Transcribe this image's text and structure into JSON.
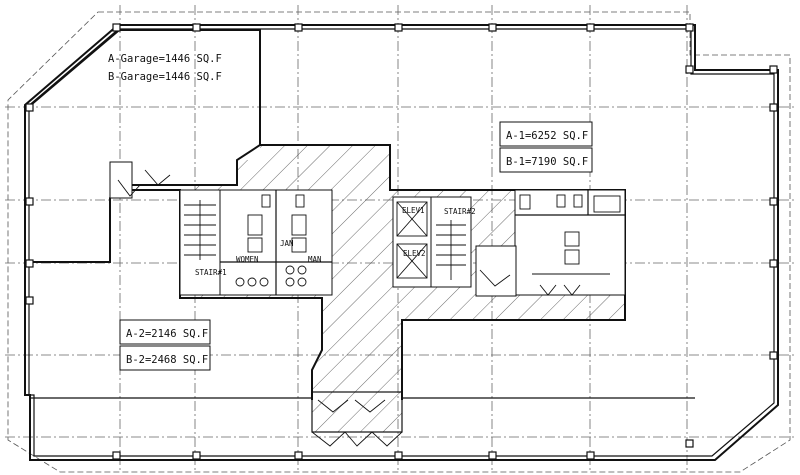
{
  "areas": {
    "garage_a": "A-Garage=1446 SQ.F",
    "garage_b": "B-Garage=1446 SQ.F",
    "a1": "A-1=6252 SQ.F",
    "b1": "B-1=7190 SQ.F",
    "a2": "A-2=2146 SQ.F",
    "b2": "B-2=2468 SQ.F"
  },
  "rooms": {
    "stair_1": "STAIR#1",
    "stair_2": "STAIR#2",
    "women": "WOMEN",
    "men": "MAN",
    "janitor": "JAN",
    "elev_1": "ELEV1",
    "elev_2": "ELEV2"
  }
}
